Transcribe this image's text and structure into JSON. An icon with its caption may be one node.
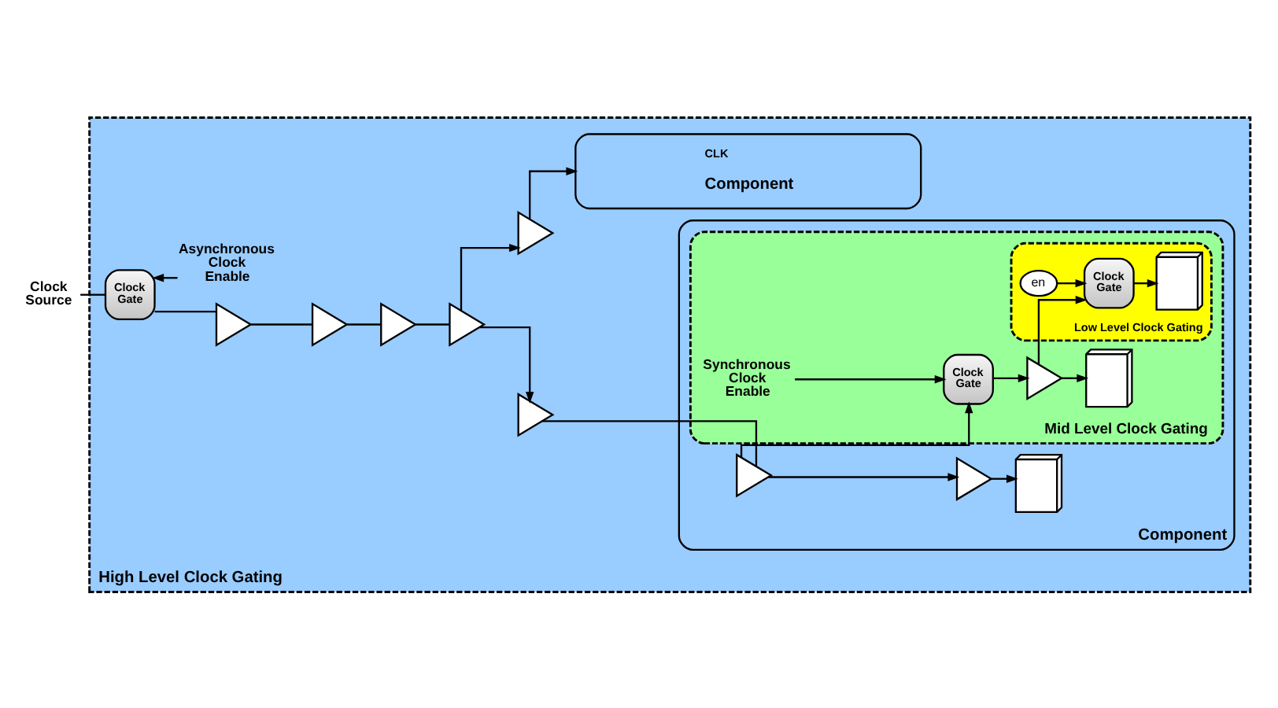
{
  "diagram": {
    "nodes": [
      {
        "text": [
          "High Level Clock Gating"
        ]
      },
      {
        "text": [
          "Clock Source"
        ]
      },
      {
        "text": [
          "Clock Gate"
        ],
        "in": 0
      },
      {
        "text": [
          "Asynchronous Clock Enable"
        ],
        "in": 0
      },
      {
        "text": [],
        "shape": "triangle",
        "in": 0
      },
      {
        "text": [],
        "shape": "triangle",
        "in": 0
      },
      {
        "text": [],
        "shape": "triangle",
        "in": 0
      },
      {
        "text": [],
        "shape": "triangle",
        "in": 0
      },
      {
        "text": [],
        "shape": "triangle",
        "in": 0
      },
      {
        "text": [
          "CLK",
          "Component"
        ],
        "in": 0
      },
      {
        "text": [],
        "shape": "triangle",
        "in": 0
      },
      {
        "text": [
          "Component"
        ],
        "in": 0
      },
      {
        "text": [],
        "shape": "triangle",
        "in": 11
      },
      {
        "text": [],
        "shape": "triangle",
        "in": 11
      },
      {
        "text": [],
        "shape": "box",
        "in": 11
      },
      {
        "text": [
          "Mid Level Clock Gating"
        ],
        "in": 11
      },
      {
        "text": [
          "Synchronous Clock Enable"
        ],
        "in": 15
      },
      {
        "text": [
          "Clock Gate"
        ],
        "in": 15
      },
      {
        "text": [],
        "shape": "triangle",
        "in": 15
      },
      {
        "text": [],
        "shape": "box",
        "in": 15
      },
      {
        "text": [
          "Low Level Clock Gating"
        ],
        "in": 15
      },
      {
        "text": [
          "en"
        ],
        "in": 20
      },
      {
        "text": [
          "Clock Gate"
        ],
        "in": 20
      },
      {
        "text": [],
        "shape": "box",
        "in": 20
      }
    ],
    "edges": [
      {
        "from": 1,
        "to": 2,
        "arrow": "none"
      },
      {
        "from": 3,
        "to": 2,
        "arrow": "to"
      },
      {
        "from": 2,
        "to": 4,
        "arrow": "none"
      },
      {
        "from": 4,
        "to": 5,
        "arrow": "none"
      },
      {
        "from": 5,
        "to": 6,
        "arrow": "none"
      },
      {
        "from": 6,
        "to": 7,
        "arrow": "none"
      },
      {
        "from": 7,
        "to": 8,
        "arrow": "to"
      },
      {
        "from": 7,
        "to": 10,
        "arrow": "to"
      },
      {
        "from": 8,
        "to": 9,
        "arrow": "to"
      },
      {
        "from": 10,
        "to": 12,
        "arrow": "none"
      },
      {
        "from": 12,
        "to": 17,
        "arrow": "to"
      },
      {
        "from": 12,
        "to": 13,
        "arrow": "to"
      },
      {
        "from": 13,
        "to": 14,
        "arrow": "to"
      },
      {
        "from": 16,
        "to": 17,
        "arrow": "to"
      },
      {
        "from": 17,
        "to": 18,
        "arrow": "to"
      },
      {
        "from": 18,
        "to": 22,
        "arrow": "to"
      },
      {
        "from": 18,
        "to": 19,
        "arrow": "to"
      },
      {
        "from": 21,
        "to": 22,
        "arrow": "to"
      },
      {
        "from": 22,
        "to": 23,
        "arrow": "to"
      }
    ]
  }
}
